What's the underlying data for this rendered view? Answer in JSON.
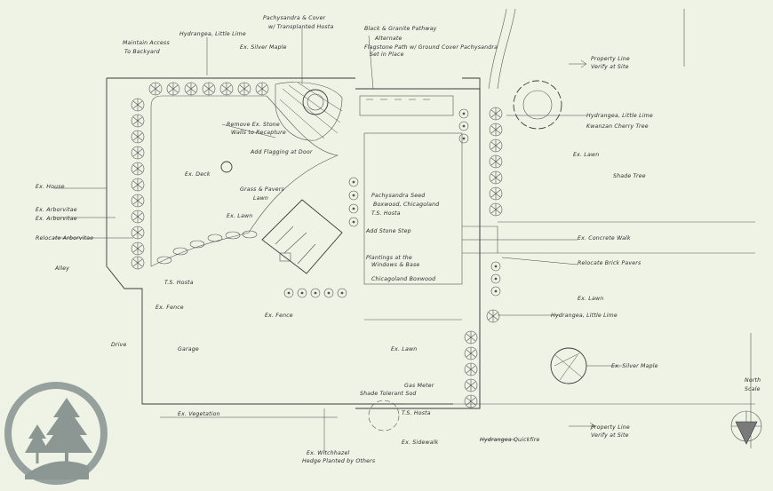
{
  "labels": {
    "l1": "Hydrangea, Little Lime",
    "l2": "Pachysandra & Cover",
    "l2b": "w/ Transplanted Hosta",
    "l3": "Black & Granite Pathway",
    "l3b": "Alternate",
    "l3c": "Flagstone Path w/ Ground Cover Pachysandra",
    "l3d": "Set in Place",
    "l4": "Maintain Access",
    "l4b": "To Backyard",
    "l5": "Ex. Silver Maple",
    "l6": "Property Line",
    "l6b": "Verify at Site",
    "l7": "Remove Ex. Stone",
    "l7b": "Walls to Recapture",
    "l8": "Ex. Deck",
    "l9": "Hydrangea, Little Lime",
    "l10": "Kwanzan Cherry Tree",
    "l11": "Ex. Lawn",
    "l12": "Shade Tree",
    "l13": "Ex. Arborvitae",
    "l14": "Grass & Pavers",
    "l15": "Lawn",
    "l16": "Ex. House",
    "l17": "Ex. Arborvitae",
    "l18": "Ex. Lawn",
    "l19": "Relocate Arborvitae",
    "l20": "Alley",
    "l21": "Add Flagging at Door",
    "l22": "Ex. Concrete Walk",
    "l23": "Relocate Brick Pavers",
    "l24": "Pachysandra Seed",
    "l25": "Boxwood, Chicagoland",
    "l26": "T.S. Hosta",
    "l27": "Add Stone Step",
    "l28": "Plantings at the",
    "l28b": "Windows & Base",
    "l29": "Chicagoland Boxwood",
    "l30": "Ex. Lawn",
    "l31": "Hydrangea, Little Lime",
    "l32": "Ex. Silver Maple",
    "l33": "Drive",
    "l34": "Garage",
    "l35": "Ex. Vegetation",
    "l36": "Ex. Witchhazel",
    "l36b": "Hedge Planted by Others",
    "l37": "Hydrangea Quickfire",
    "l38": "Property Line",
    "l38b": "Verify at Site",
    "l39": "Ex. Sidewalk",
    "l40": "Gas Meter",
    "l41": "T.S. Hosta",
    "l42": "Shade Tolerant Sod",
    "l43": "Ex. Lawn",
    "l44": "T.S. Hosta",
    "l45": "Ex. Fence",
    "l46": "Ex. Fence",
    "l47": "North",
    "l48": "Scale"
  },
  "colors": {
    "paper": "#eef3e6",
    "ink": "#3a3a3a",
    "logo_ring": "#7f8a86"
  },
  "logo": {
    "icon": "trees-logo-icon"
  }
}
